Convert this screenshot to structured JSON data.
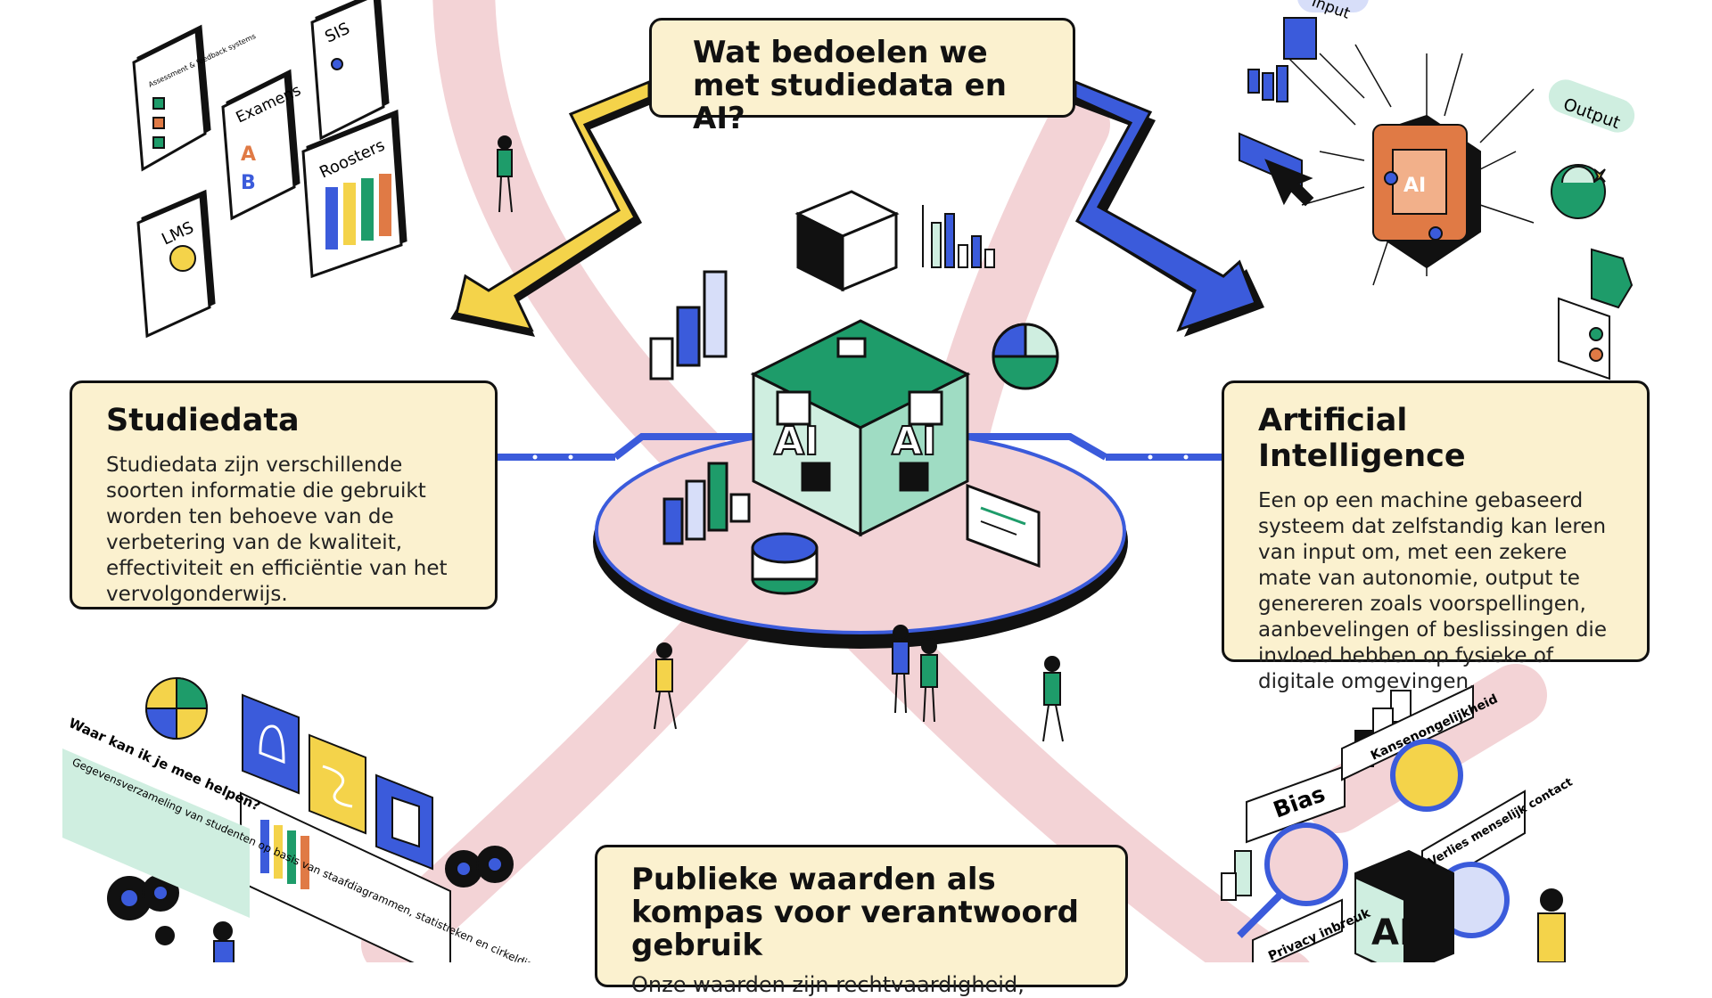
{
  "title": "Wat bedoelen we met studiedata en AI?",
  "studiedata": {
    "heading": "Studiedata",
    "body": "Studiedata zijn verschillende soorten informatie die gebruikt worden ten behoeve van de verbetering van de kwaliteit, effectiviteit en efficiëntie van het vervolgonderwijs."
  },
  "ai": {
    "heading": "Artificial Intelligence",
    "body": "Een op een machine gebaseerd systeem dat zelfstandig kan leren van input om, met een zekere mate van autonomie, output te genereren zoals voorspellingen, aanbevelingen of beslissingen die invloed hebben op fysieke of digitale omgevingen."
  },
  "publiek": {
    "heading": "Publieke waarden als kompas voor verantwoord gebruik",
    "body": "Onze waarden zijn rechtvaardigheid,"
  },
  "data_sources": {
    "assessment": "Assessment & feedback systems",
    "sis": "SIS",
    "examens": "Examens",
    "grade_a": "A",
    "grade_b": "B",
    "roosters": "Roosters",
    "lms": "LMS"
  },
  "ai_side": {
    "input": "Input",
    "output": "Output",
    "chip": "AI"
  },
  "hub": {
    "ai_letters": "AI"
  },
  "assistant": {
    "question": "Waar kan ik je mee helpen?",
    "answer": "Gegevensverzameling van studenten op basis van staafdiagrammen, statistieken en cirkeldiagrammen"
  },
  "risks": {
    "bias": "Bias",
    "kansen": "Kansenongelijkheid",
    "verlies": "Verlies menselijk contact",
    "privacy": "Privacy inbreuk",
    "ai": "AI"
  },
  "colors": {
    "cream": "#fbf1cf",
    "yellow": "#f4d34a",
    "blue": "#3b5bdb",
    "green": "#1e9c6a",
    "pink": "#f3d3d6",
    "orange": "#e07a45"
  }
}
